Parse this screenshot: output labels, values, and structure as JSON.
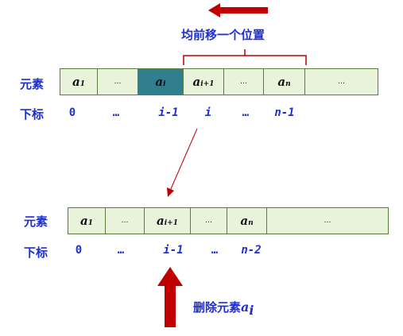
{
  "top": {
    "shift_note": "均前移一个位置",
    "row_label_elements": "元素",
    "row_label_index": "下标",
    "cells": [
      {
        "main": "a",
        "sub": "1",
        "kind": "elem"
      },
      {
        "main": "…",
        "sub": "",
        "kind": "dots"
      },
      {
        "main": "a",
        "sub": "i",
        "kind": "highlight"
      },
      {
        "main": "a",
        "sub": "i+1",
        "kind": "elem"
      },
      {
        "main": "…",
        "sub": "",
        "kind": "dots"
      },
      {
        "main": "a",
        "sub": "n",
        "kind": "elem"
      },
      {
        "main": "…",
        "sub": "",
        "kind": "dots"
      }
    ],
    "indices": [
      "0",
      "…",
      "i-1",
      "i",
      "…",
      "n-1"
    ]
  },
  "bottom": {
    "row_label_elements": "元素",
    "row_label_index": "下标",
    "cells": [
      {
        "main": "a",
        "sub": "1",
        "kind": "elem"
      },
      {
        "main": "…",
        "sub": "",
        "kind": "dots"
      },
      {
        "main": "a",
        "sub": "i+1",
        "kind": "elem"
      },
      {
        "main": "…",
        "sub": "",
        "kind": "dots"
      },
      {
        "main": "a",
        "sub": "n",
        "kind": "elem"
      },
      {
        "main": "…",
        "sub": "",
        "kind": "dots"
      }
    ],
    "indices": [
      "0",
      "…",
      "i-1",
      "…",
      "n-2"
    ]
  },
  "delete_note": {
    "text": "删除元素",
    "var": "a",
    "sub": "i"
  },
  "colors": {
    "text_blue": "#1f2fd0",
    "arrow_red": "#c00000",
    "cell_fill": "#e9f3dc",
    "highlight_fill": "#2f7f8e"
  }
}
